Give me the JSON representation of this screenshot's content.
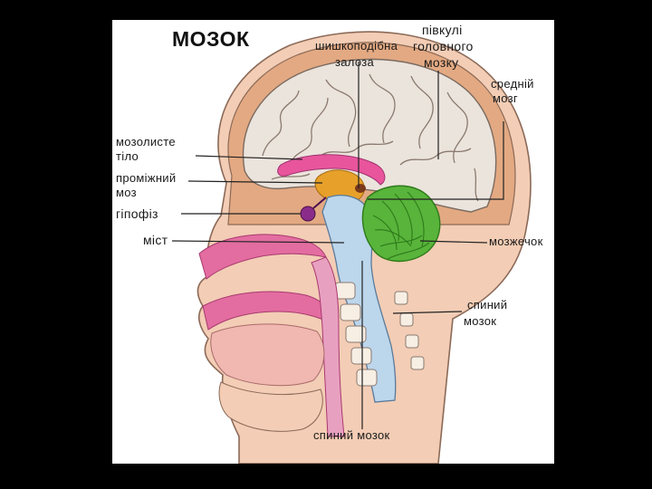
{
  "title": "МОЗОК",
  "labels": {
    "pineal_1": "шишкоподібна",
    "pineal_2": "залоза",
    "hemi_1": "півкулі",
    "hemi_2": "головного",
    "hemi_3": "мозку",
    "midbrain_1": "средній",
    "midbrain_2": "мозг",
    "corpus_1": "мозолисте",
    "corpus_2": "тіло",
    "dien_1": "проміжний",
    "dien_2": "моз",
    "pituitary": "гіпофіз",
    "pons": "міст",
    "cerebellum": "мозжечок",
    "spinal_right_1": "спиний",
    "spinal_right_2": "мозок",
    "spinal_bottom": "спиний мозок"
  },
  "colors": {
    "background": "#000000",
    "panel": "#ffffff",
    "skin": "#f3cdb5",
    "brain": "#ebe4dc",
    "corpus": "#e8559c",
    "diencephalon": "#e7a12a",
    "pituitary": "#8a2d8a",
    "brainstem": "#bcd6ec",
    "cerebellum": "#58b43a",
    "airway": "#e36da0"
  }
}
